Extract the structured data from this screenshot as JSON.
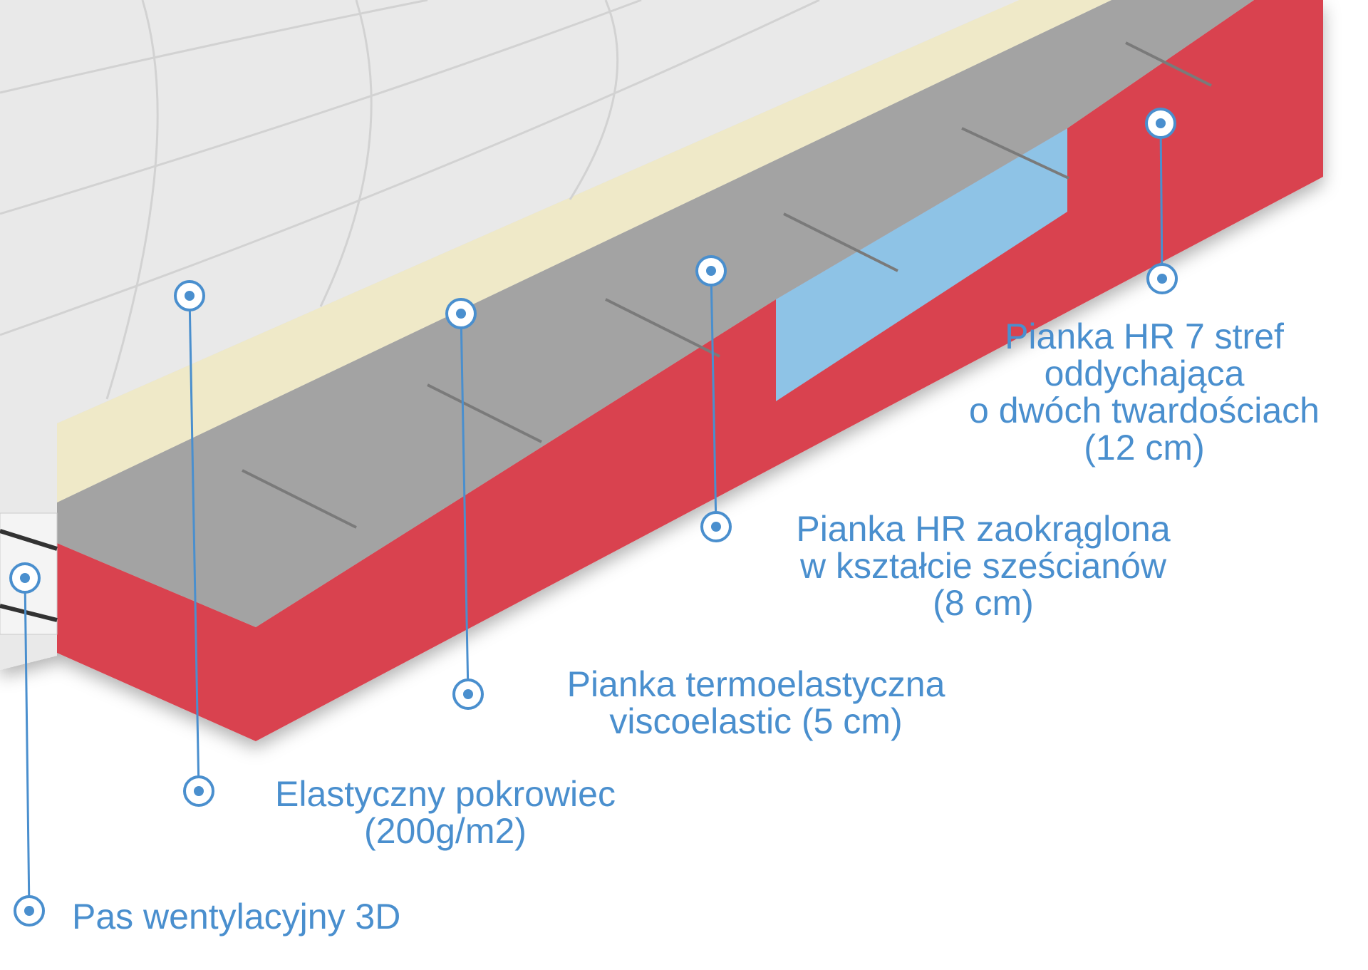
{
  "colors": {
    "accent": "#4a8fce",
    "cover": "#e9e9e9",
    "visco": "#efe9c8",
    "hr_cubes": "#9a9a9a",
    "hr_base": "#d9434f",
    "hr_zone": "#8ec3e6"
  },
  "labels": [
    {
      "id": "hr7",
      "lines": [
        "Pianka HR 7 stref",
        "oddychająca",
        "o dwóch twardościach",
        "(12 cm)"
      ]
    },
    {
      "id": "hr-cubes",
      "lines": [
        "Pianka HR zaokrąglona",
        "w kształcie sześcianów",
        "(8 cm)"
      ]
    },
    {
      "id": "visco",
      "lines": [
        "Pianka termoelastyczna",
        "viscoelastic (5 cm)"
      ]
    },
    {
      "id": "cover",
      "lines": [
        "Elastyczny pokrowiec",
        "(200g/m2)"
      ]
    },
    {
      "id": "vent",
      "lines": [
        "Pas wentylacyjny 3D"
      ]
    }
  ]
}
